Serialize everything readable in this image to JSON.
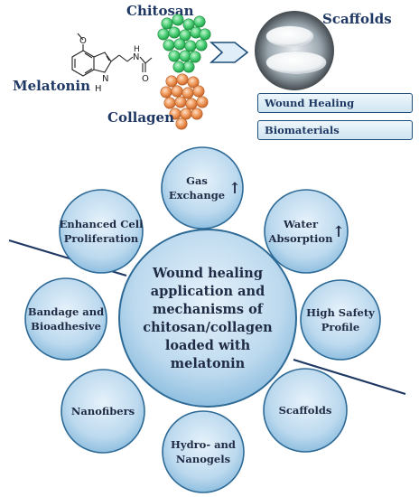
{
  "top": {
    "chitosan_label": "Chitosan",
    "melatonin_label": "Melatonin",
    "collagen_label": "Collagen",
    "scaffolds_label": "Scaffolds",
    "molecule": {
      "atom_o": "O",
      "atom_n": "N",
      "atom_h": "H",
      "atom_nh": "N",
      "atom_nh_h": "H"
    },
    "boxes": [
      "Wound Healing",
      "Biomaterials"
    ]
  },
  "center": {
    "lines": [
      "Wound healing",
      "application and",
      "mechanisms of",
      "chitosan/collagen",
      "loaded with",
      "melatonin"
    ]
  },
  "bubbles": [
    {
      "id": "gas-exchange",
      "lines": [
        "Gas",
        "Exchange"
      ],
      "arrow": "↑"
    },
    {
      "id": "water-absorption",
      "lines": [
        "Water",
        "Absorption"
      ],
      "arrow": "↑"
    },
    {
      "id": "high-safety-profile",
      "lines": [
        "High Safety",
        "Profile"
      ]
    },
    {
      "id": "scaffolds",
      "lines": [
        "Scaffolds"
      ]
    },
    {
      "id": "hydro-nanogels",
      "lines": [
        "Hydro- and",
        "Nanogels"
      ]
    },
    {
      "id": "nanofibers",
      "lines": [
        "Nanofibers"
      ]
    },
    {
      "id": "bandage-bioadhesive",
      "lines": [
        "Bandage and",
        "Bioadhesive"
      ]
    },
    {
      "id": "enhanced-cell-proliferation",
      "lines": [
        "Enhanced Cell",
        "Proliferation"
      ]
    }
  ],
  "colors": {
    "chitosan_green": "#2fbf5a",
    "collagen_orange": "#e8894a",
    "label_blue": "#1f3864",
    "bubble_fill": "#bcd9ee",
    "bubble_stroke": "#2e6a96",
    "line_navy": "#1f3864"
  }
}
